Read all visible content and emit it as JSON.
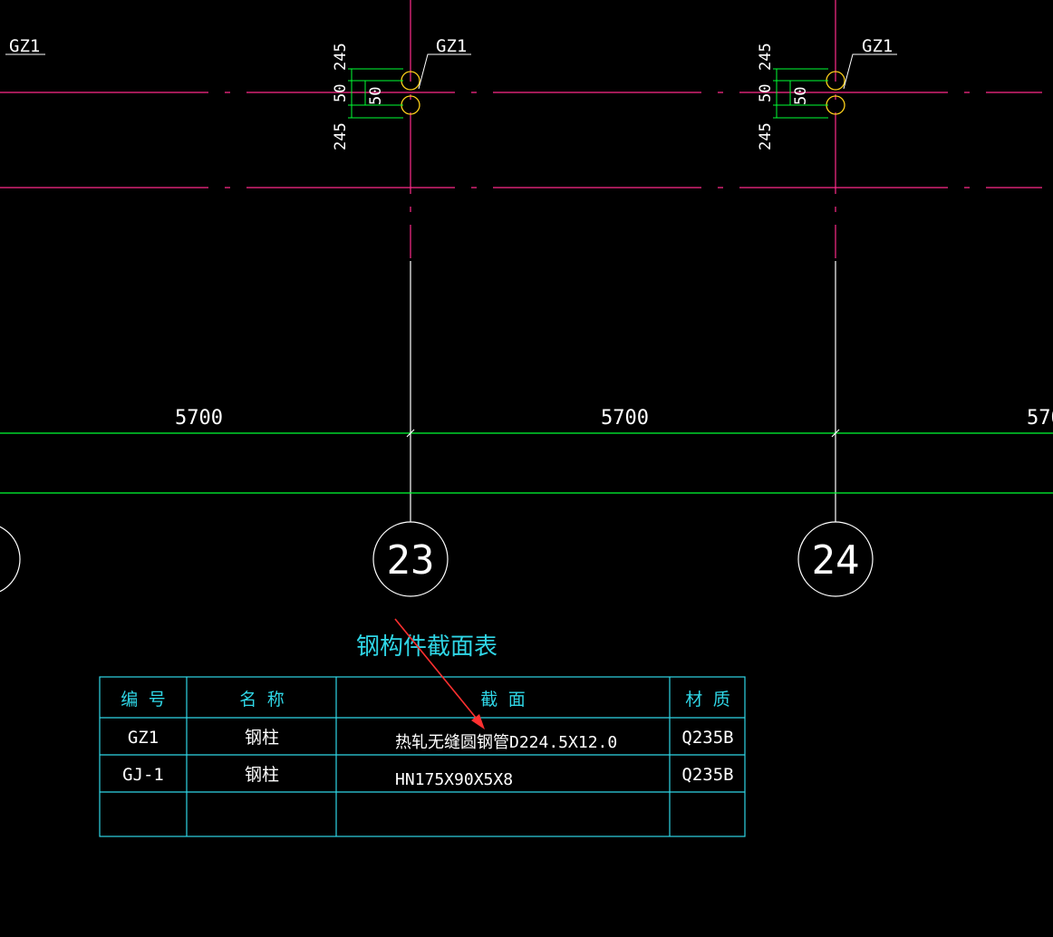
{
  "colors": {
    "background": "#000000",
    "axis_line": "#ff2b8a",
    "dimension": "#00ff33",
    "grid_line": "#ffffff",
    "column_marker": "#ffd21a",
    "table": "#2fd6e6",
    "leader": "#ff3030"
  },
  "labels": {
    "column_tag": "GZ1",
    "dim_245": "245",
    "dim_50": "50",
    "span_dimension": "5700",
    "span_dimension_partial": "570"
  },
  "axes": {
    "axis_23": "23",
    "axis_24": "24"
  },
  "table": {
    "title": "钢构件截面表",
    "headers": {
      "code": "编 号",
      "name": "名 称",
      "section": "截 面",
      "material": "材 质"
    },
    "rows": [
      {
        "code": "GZ1",
        "name": "钢柱",
        "section": "热轧无缝圆钢管D224.5X12.0",
        "material": "Q235B"
      },
      {
        "code": "GJ-1",
        "name": "钢柱",
        "section": "HN175X90X5X8",
        "material": "Q235B"
      },
      {
        "code": "",
        "name": "",
        "section": "",
        "material": ""
      }
    ]
  }
}
